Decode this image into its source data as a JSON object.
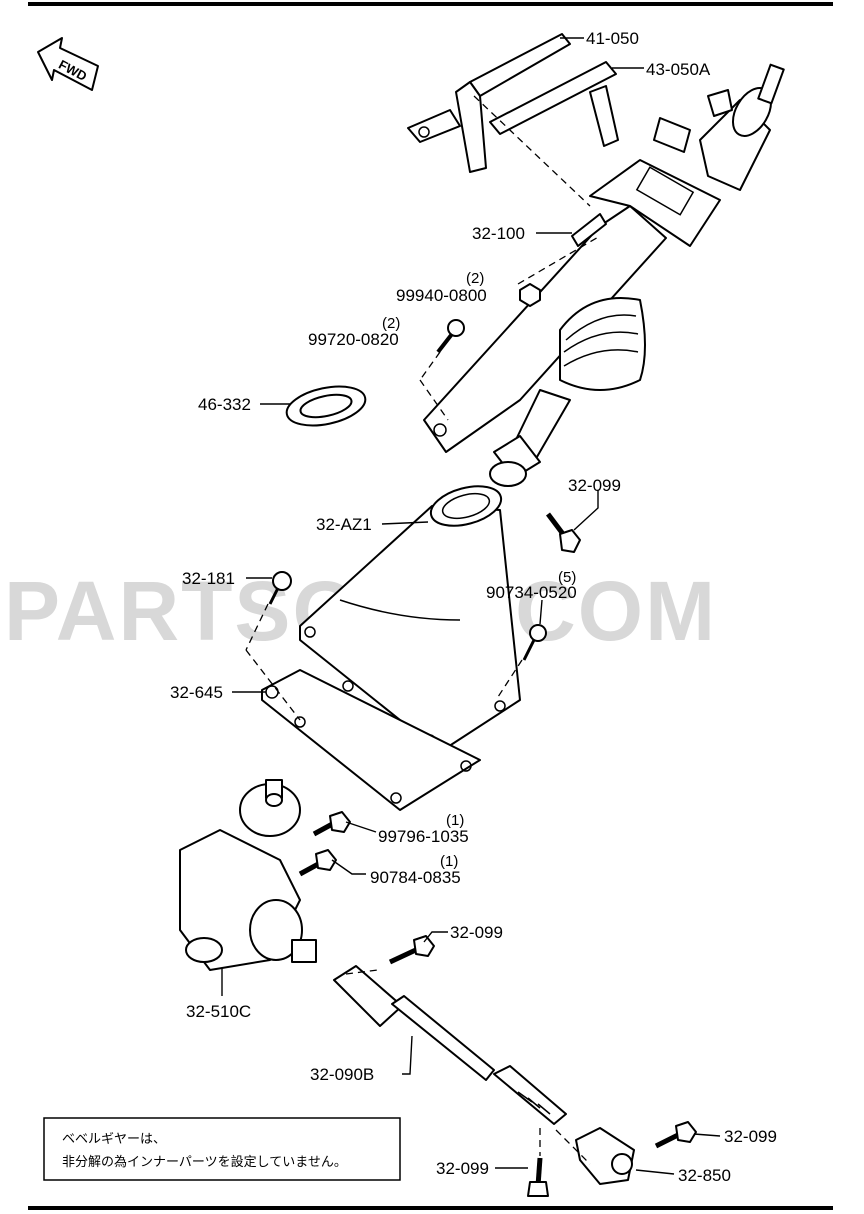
{
  "watermark": "PARTSOUQ.COM",
  "fwd_label": "FWD",
  "note_lines": [
    "ベベルギヤーは、",
    "非分解の為インナーパーツを設定していません。"
  ],
  "labels": [
    {
      "id": "41-050",
      "text": "41-050"
    },
    {
      "id": "43-050A",
      "text": "43-050A"
    },
    {
      "id": "32-100",
      "text": "32-100"
    },
    {
      "id": "99940-0800",
      "text": "99940-0800",
      "qty": "(2)"
    },
    {
      "id": "99720-0820",
      "text": "99720-0820",
      "qty": "(2)"
    },
    {
      "id": "46-332",
      "text": "46-332"
    },
    {
      "id": "32-099-a",
      "text": "32-099"
    },
    {
      "id": "32-AZ1",
      "text": "32-AZ1"
    },
    {
      "id": "32-181",
      "text": "32-181"
    },
    {
      "id": "90734-0520",
      "text": "90734-0520",
      "qty": "(5)"
    },
    {
      "id": "32-645",
      "text": "32-645"
    },
    {
      "id": "99796-1035",
      "text": "99796-1035",
      "qty": "(1)"
    },
    {
      "id": "90784-0835",
      "text": "90784-0835",
      "qty": "(1)"
    },
    {
      "id": "32-099-b",
      "text": "32-099"
    },
    {
      "id": "32-510C",
      "text": "32-510C"
    },
    {
      "id": "32-090B",
      "text": "32-090B"
    },
    {
      "id": "32-099-c",
      "text": "32-099"
    },
    {
      "id": "32-850",
      "text": "32-850"
    },
    {
      "id": "32-099-d",
      "text": "32-099"
    }
  ]
}
